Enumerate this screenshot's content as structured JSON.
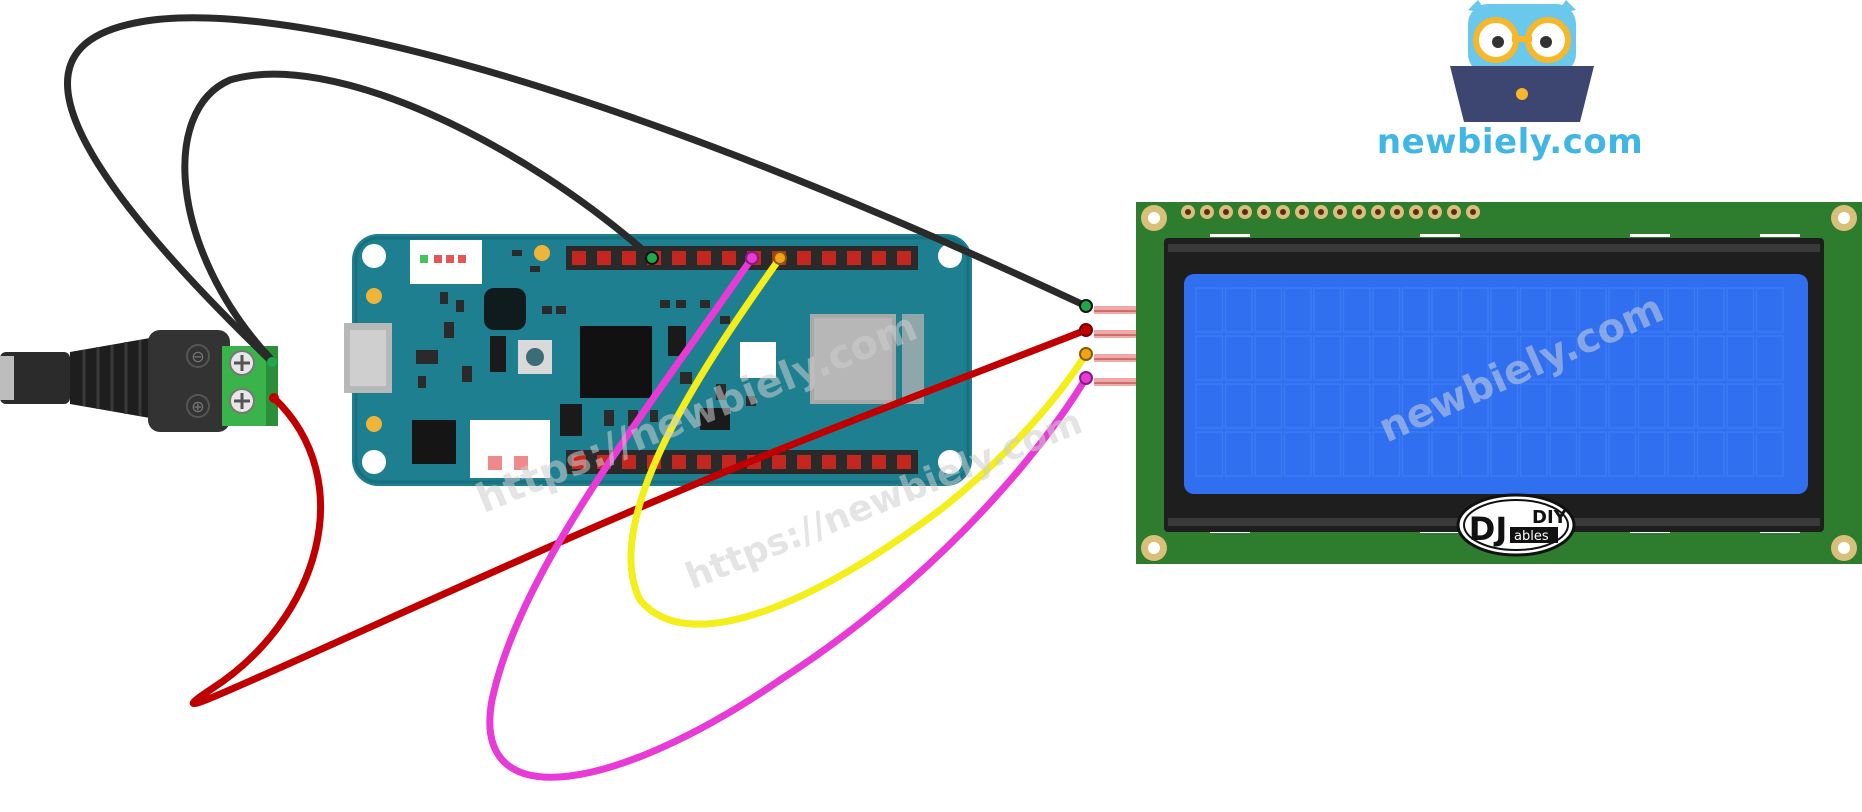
{
  "brand": {
    "text": "newbiely.com",
    "text_color": "#3fb6e6"
  },
  "watermarks": {
    "board": "https://newbiely.com",
    "lcd": "newbiely.com"
  },
  "lcd_logo": {
    "mark": "DJ",
    "diy": "DIY",
    "ables": "ables"
  },
  "terminal_block": {
    "minus_symbol": "⊖",
    "plus_symbol": "⊕"
  },
  "colors": {
    "board_teal": "#1d7f8f",
    "lcd_pcb_green": "#2e7d2e",
    "lcd_screen_blue": "#2f6ff0",
    "wire_black": "#2a2a2a",
    "wire_red": "#c00000",
    "wire_yellow": "#f4ee1a",
    "wire_magenta": "#e83ad6",
    "terminal_green": "#3cb53c"
  },
  "wires": [
    {
      "name": "gnd-to-lcd-gnd",
      "color": "black"
    },
    {
      "name": "gnd-to-board-gnd",
      "color": "black"
    },
    {
      "name": "vin-to-lcd-vcc",
      "color": "red"
    },
    {
      "name": "sda-to-lcd-sda",
      "color": "yellow"
    },
    {
      "name": "scl-to-lcd-scl",
      "color": "magenta"
    }
  ]
}
